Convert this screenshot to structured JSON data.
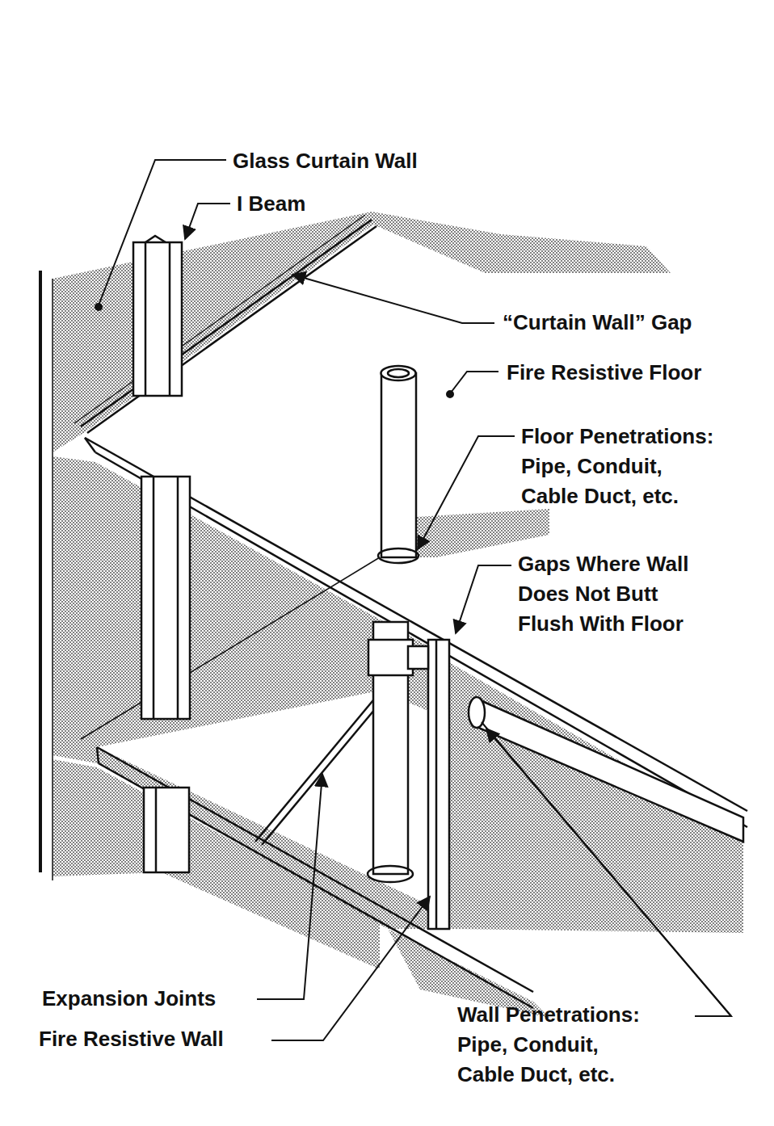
{
  "diagram": {
    "labels": [
      "Glass Curtain Wall",
      "I Beam",
      "“Curtain Wall” Gap",
      "Fire Resistive Floor",
      "Floor Penetrations: Pipe, Conduit, Cable Duct, etc.",
      "Gaps Where Wall Does Not Butt Flush With Floor",
      "Expansion Joints",
      "Fire Resistive Wall",
      "Wall Penetrations: Pipe, Conduit, Cable Duct, etc."
    ]
  }
}
